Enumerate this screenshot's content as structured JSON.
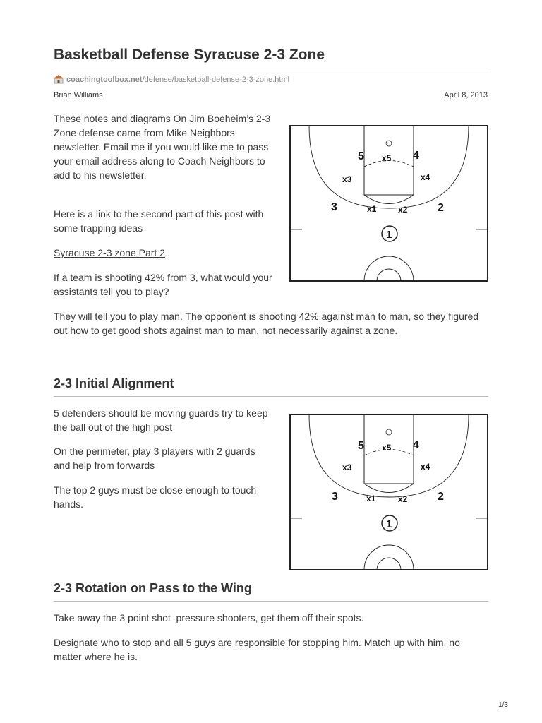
{
  "article": {
    "title": "Basketball Defense Syracuse 2-3 Zone",
    "source_domain": "coachingtoolbox.net",
    "source_path": "/defense/basketball-defense-2-3-zone.html",
    "author": "Brian Williams",
    "date": "April 8, 2013"
  },
  "intro": {
    "p1": "These notes and diagrams On Jim Boeheim’s 2-3 Zone defense came from Mike Neighbors newsletter. Email me if you would like me to pass your email address along to Coach Neighbors to add to his newsletter.",
    "p2": "Here is a link to the second part of this post with some trapping ideas",
    "link": "Syracuse 2-3 zone Part 2",
    "p3": "If a team is shooting 42% from 3, what would your assistants tell you to play?",
    "p4": "They will tell you to play man. The opponent is shooting 42% against man to man, so they figured out how to get good shots against man to man, not necessarily against a zone."
  },
  "section1": {
    "heading": "2-3 Initial Alignment",
    "p1": "5 defenders should be moving guards try to keep the ball out of the high post",
    "p2": "On the perimeter, play 3 players with 2 guards and help from forwards",
    "p3": "The top 2 guys must be close enough to touch hands."
  },
  "section2": {
    "heading": "2-3 Rotation on Pass to the Wing",
    "p1": "Take away the 3 point shot–pressure shooters, get them off their spots.",
    "p2": "Designate who to stop and all 5 guys are responsible for stopping him. Match up with him, no matter where he is."
  },
  "diagram": {
    "offense": {
      "p1": "1",
      "p2": "2",
      "p3": "3",
      "p4": "4",
      "p5": "5"
    },
    "defense": {
      "x1": "x1",
      "x2": "x2",
      "x3": "x3",
      "x4": "x4",
      "x5": "x5"
    }
  },
  "footer": {
    "page": "1/3"
  }
}
